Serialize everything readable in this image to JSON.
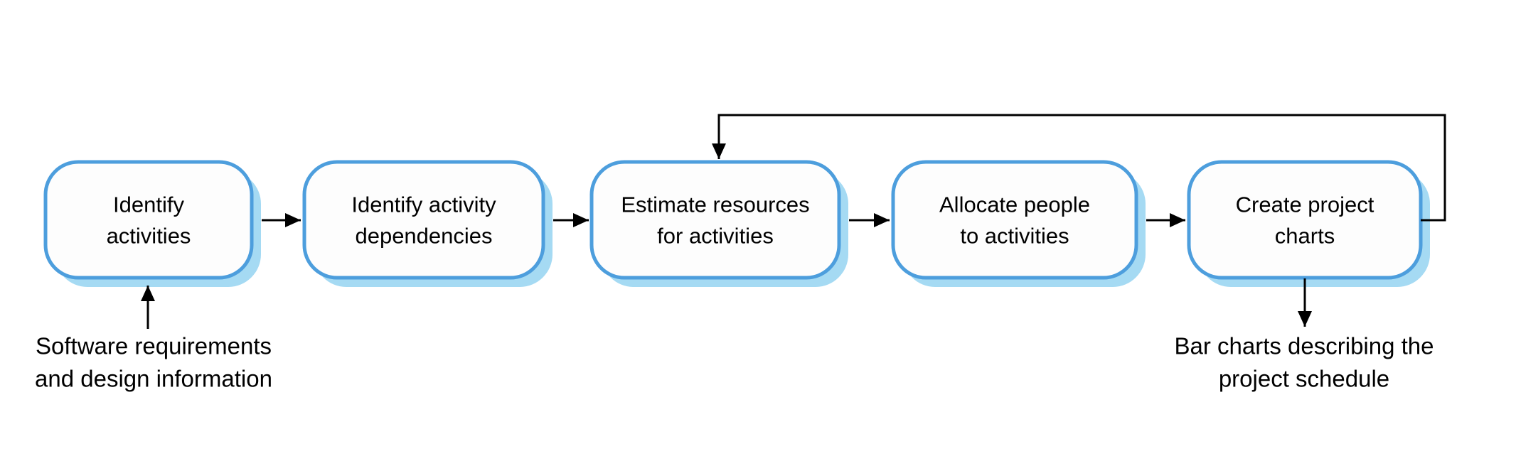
{
  "figure": {
    "type": "flowchart",
    "background": "#ffffff",
    "colors": {
      "box_border": "#4d9edd",
      "box_fill": "#fdfdfd",
      "box_shadow": "#a5daf3",
      "connector": "#000000",
      "text": "#000000"
    },
    "steps": [
      {
        "name": "identify-activities",
        "lines": [
          "Identify",
          "activities"
        ]
      },
      {
        "name": "identify-activity-dependencies",
        "lines": [
          "Identify activity",
          "dependencies"
        ]
      },
      {
        "name": "estimate-resources-for-activities",
        "lines": [
          "Estimate resources",
          "for activities"
        ]
      },
      {
        "name": "allocate-people-to-activities",
        "lines": [
          "Allocate people",
          "to activities"
        ]
      },
      {
        "name": "create-project-charts",
        "lines": [
          "Create project",
          "charts"
        ]
      }
    ],
    "connections": [
      {
        "from": "identify-activities",
        "to": "identify-activity-dependencies",
        "type": "forward"
      },
      {
        "from": "identify-activity-dependencies",
        "to": "estimate-resources-for-activities",
        "type": "forward"
      },
      {
        "from": "estimate-resources-for-activities",
        "to": "allocate-people-to-activities",
        "type": "forward"
      },
      {
        "from": "allocate-people-to-activities",
        "to": "create-project-charts",
        "type": "forward"
      },
      {
        "from": "create-project-charts",
        "to": "estimate-resources-for-activities",
        "type": "feedback-loop"
      }
    ],
    "input_annotation": {
      "points_to": "identify-activities",
      "lines": [
        "Software requirements",
        "and design information"
      ]
    },
    "output_annotation": {
      "points_from": "create-project-charts",
      "lines": [
        "Bar charts describing the",
        "project schedule"
      ]
    }
  }
}
